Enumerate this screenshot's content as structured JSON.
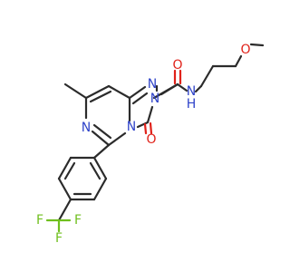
{
  "molecule": {
    "atoms": {
      "n_1": "N",
      "n_2": "N",
      "n_3": "N",
      "n_4": "N",
      "n_amide": "N",
      "h_amide": "H",
      "o_carbonyl_ring": "O",
      "o_carbonyl_amide": "O",
      "o_ether": "O",
      "f_1": "F",
      "f_2": "F",
      "f_3": "F"
    },
    "colors": {
      "carbon": "#2b2b2b",
      "nitrogen": "#2f43c9",
      "oxygen": "#e0221a",
      "fluorine": "#6fbf1e"
    }
  }
}
